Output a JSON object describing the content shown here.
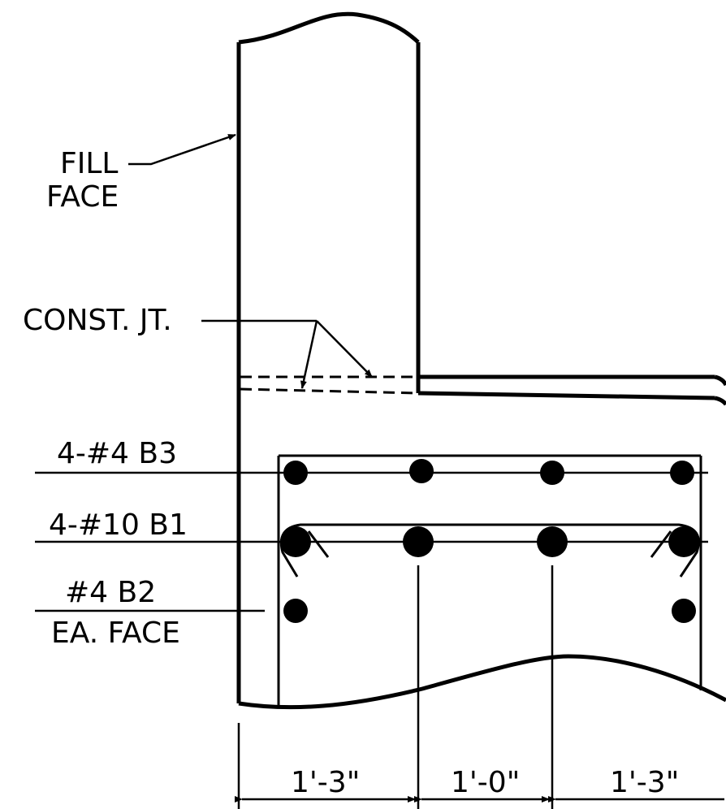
{
  "labels": {
    "fill_face_line1": "FILL",
    "fill_face_line2": "FACE",
    "const_jt": "CONST. JT.",
    "b3": "4-#4 B3",
    "b1": "4-#10 B1",
    "b2_line1": "#4 B2",
    "b2_line2": "EA. FACE"
  },
  "dimensions": [
    "1'-3\"",
    "1'-0\"",
    "1'-3\""
  ]
}
